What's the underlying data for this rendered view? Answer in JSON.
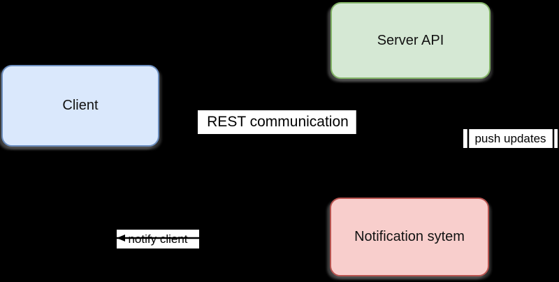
{
  "diagram": {
    "background_color": "#000000",
    "edge_color": "#000000",
    "edge_label_background": "#ffffff",
    "text_color": "#000000",
    "nodes": [
      {
        "id": "client",
        "label": "Client",
        "fill": "#dae8fc",
        "stroke": "#6c8ebf"
      },
      {
        "id": "server-api",
        "label": "Server API",
        "fill": "#d5e8d4",
        "stroke": "#82b366"
      },
      {
        "id": "notification-system",
        "label": "Notification sytem",
        "fill": "#f8cecc",
        "stroke": "#b85450"
      }
    ],
    "edges": [
      {
        "from": "client",
        "to": "server-api",
        "label": "REST communication"
      },
      {
        "from": "server-api",
        "to": "notification-system",
        "label": "push updates"
      },
      {
        "from": "notification-system",
        "to": "client",
        "label": "notify client"
      }
    ]
  }
}
